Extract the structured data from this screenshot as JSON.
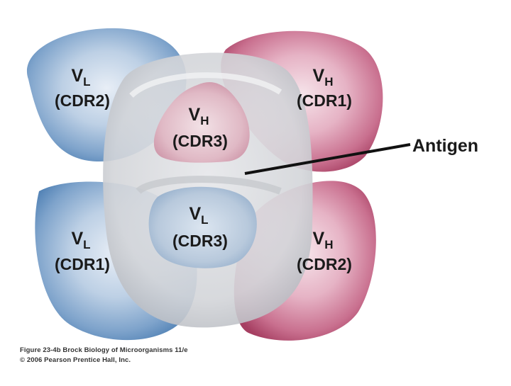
{
  "colors": {
    "vl_blue_light": "#d6e2ef",
    "vl_blue_dark": "#4f80b4",
    "vh_red_light": "#f1d3de",
    "vh_red_dark": "#b2476a",
    "antigen_gray": "#d9dbdf",
    "background": "#ffffff"
  },
  "diagram": {
    "regions": [
      {
        "id": "vl-cdr2",
        "chain": "V",
        "subscript": "L",
        "cdr": "(CDR2)"
      },
      {
        "id": "vh-cdr1",
        "chain": "V",
        "subscript": "H",
        "cdr": "(CDR1)"
      },
      {
        "id": "vh-cdr3",
        "chain": "V",
        "subscript": "H",
        "cdr": "(CDR3)"
      },
      {
        "id": "vl-cdr3",
        "chain": "V",
        "subscript": "L",
        "cdr": "(CDR3)"
      },
      {
        "id": "vl-cdr1",
        "chain": "V",
        "subscript": "L",
        "cdr": "(CDR1)"
      },
      {
        "id": "vh-cdr2",
        "chain": "V",
        "subscript": "H",
        "cdr": "(CDR2)"
      }
    ],
    "antigen_label": "Antigen"
  },
  "caption": {
    "line1": "Figure 23-4b  Brock Biology of Microorganisms 11/e",
    "line2": "© 2006 Pearson Prentice Hall, Inc."
  }
}
